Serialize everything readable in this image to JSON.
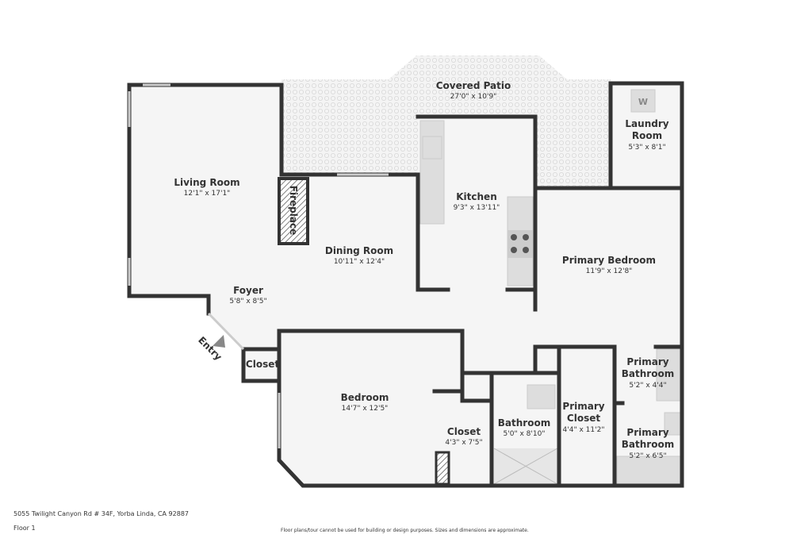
{
  "rooms": {
    "covered_patio": {
      "name": "Covered Patio",
      "dims": "27'0\" x 10'9\""
    },
    "laundry": {
      "name1": "Laundry",
      "name2": "Room",
      "dims": "5'3\" x 8'1\"",
      "appliance": "W"
    },
    "living": {
      "name": "Living Room",
      "dims": "12'1\" x 17'1\""
    },
    "fireplace": {
      "name": "Fireplace"
    },
    "kitchen": {
      "name": "Kitchen",
      "dims": "9'3\" x 13'11\""
    },
    "dining": {
      "name": "Dining Room",
      "dims": "10'11\" x 12'4\""
    },
    "primary_bedroom": {
      "name": "Primary Bedroom",
      "dims": "11'9\" x 12'8\""
    },
    "foyer": {
      "name": "Foyer",
      "dims": "5'8\" x 8'5\""
    },
    "entry": {
      "name": "Entry"
    },
    "closet_entry": {
      "name": "Closet"
    },
    "bedroom": {
      "name": "Bedroom",
      "dims": "14'7\" x 12'5\""
    },
    "closet": {
      "name": "Closet",
      "dims": "4'3\" x 7'5\""
    },
    "bathroom": {
      "name": "Bathroom",
      "dims": "5'0\" x 8'10\""
    },
    "primary_closet": {
      "name1": "Primary",
      "name2": "Closet",
      "dims": "4'4\" x 11'2\""
    },
    "primary_bath1": {
      "name1": "Primary",
      "name2": "Bathroom",
      "dims": "5'2\" x 4'4\""
    },
    "primary_bath2": {
      "name1": "Primary",
      "name2": "Bathroom",
      "dims": "5'2\" x 6'5\""
    }
  },
  "footer": {
    "address": "5055 Twilight Canyon Rd # 34F, Yorba Linda, CA 92887",
    "floor": "Floor 1",
    "disclaimer": "Floor plans/tour cannot be used for building or design purposes. Sizes and dimensions are approximate."
  }
}
